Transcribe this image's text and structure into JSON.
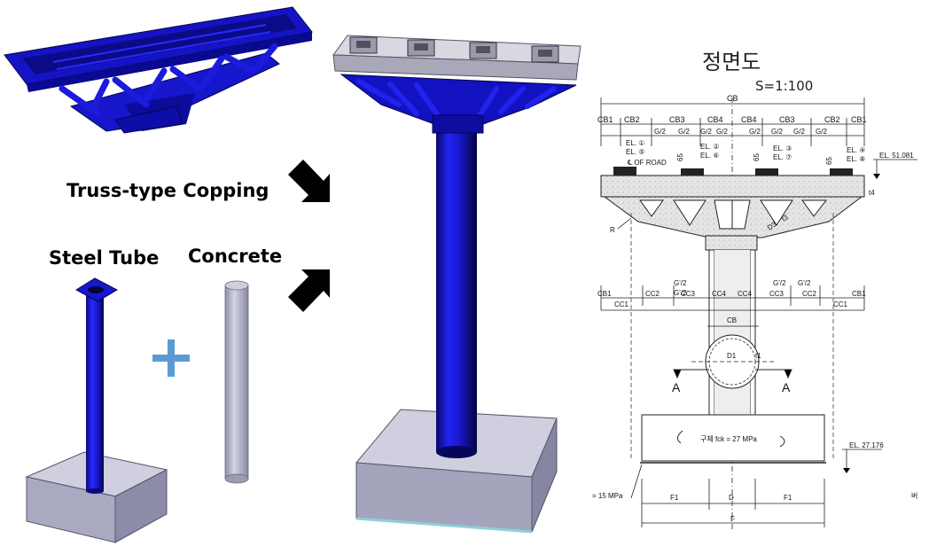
{
  "labels": {
    "truss_copping": "Truss-type Copping",
    "steel_tube": "Steel Tube",
    "concrete": "Concrete"
  },
  "drawing": {
    "title": "정면도",
    "scale": "S=1:100",
    "top_dim": "CB",
    "top_row": [
      "CB1",
      "CB2",
      "CB3",
      "CB4",
      "CB4",
      "CB3",
      "CB2",
      "CB1"
    ],
    "g_labels": [
      "G/2",
      "G/2",
      "G/2",
      "G/2",
      "G/2",
      "G/2",
      "G/2",
      "G/2"
    ],
    "el_labels": [
      "EL. ①",
      "EL. ⑤",
      "EL. ②",
      "EL. ⑥",
      "EL. ③",
      "EL. ⑦",
      "EL. ④",
      "EL. ⑧"
    ],
    "road_label": "℄ OF ROAD",
    "el_top": "EL. 51.081",
    "dim_65": "65",
    "t4": "t4",
    "r_label": "R",
    "d3": "D3",
    "t3": "t3",
    "cb1_mid": "CB1",
    "cb1_mid_r": "CB1",
    "g_prime": [
      "G'/2",
      "G'/2",
      "G'/2",
      "G'/2"
    ],
    "cc_row": [
      "CC1",
      "CC2",
      "CC3",
      "CC4",
      "CC4",
      "CC3",
      "CC2",
      "CC1"
    ],
    "cb_mid": "CB",
    "d1": "D1",
    "t1": "t1",
    "section_a": "A",
    "section_a2": "A",
    "footing_note": "구체 fck = 27 MPa",
    "el_bottom": "EL. 27.176",
    "lean_note": "= 15 MPa",
    "f_row": [
      "F1",
      "D",
      "F1"
    ],
    "f_total": "F",
    "edge_note": "버"
  },
  "colors": {
    "steel_blue": "#1515c8",
    "concrete_gray": "#b9b9cc",
    "plus_blue": "#5b9bd5"
  }
}
